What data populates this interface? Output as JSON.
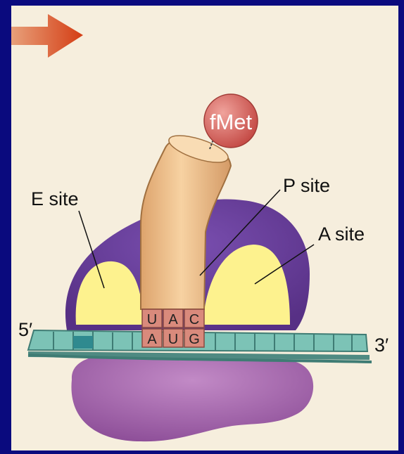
{
  "labels": {
    "amino_acid": "fMet",
    "e_site": "E site",
    "p_site": "P site",
    "a_site": "A site",
    "five_prime": "5′",
    "three_prime": "3′"
  },
  "anticodon": [
    "U",
    "A",
    "C"
  ],
  "codon": [
    "A",
    "U",
    "G"
  ],
  "colors": {
    "background": "#0a0a7e",
    "panel": "#f6eedd",
    "large_subunit": "#6a3f9a",
    "small_subunit": "#a86ab0",
    "binding_site": "#fdf28e",
    "trna": "#f3c48c",
    "fmet": "#d9645e",
    "nucleotide_box": "#d98a7c",
    "mrna": "#7cc3b6",
    "arrow": "#d9541f"
  },
  "icons": {
    "arrow": "right-arrow-icon"
  }
}
